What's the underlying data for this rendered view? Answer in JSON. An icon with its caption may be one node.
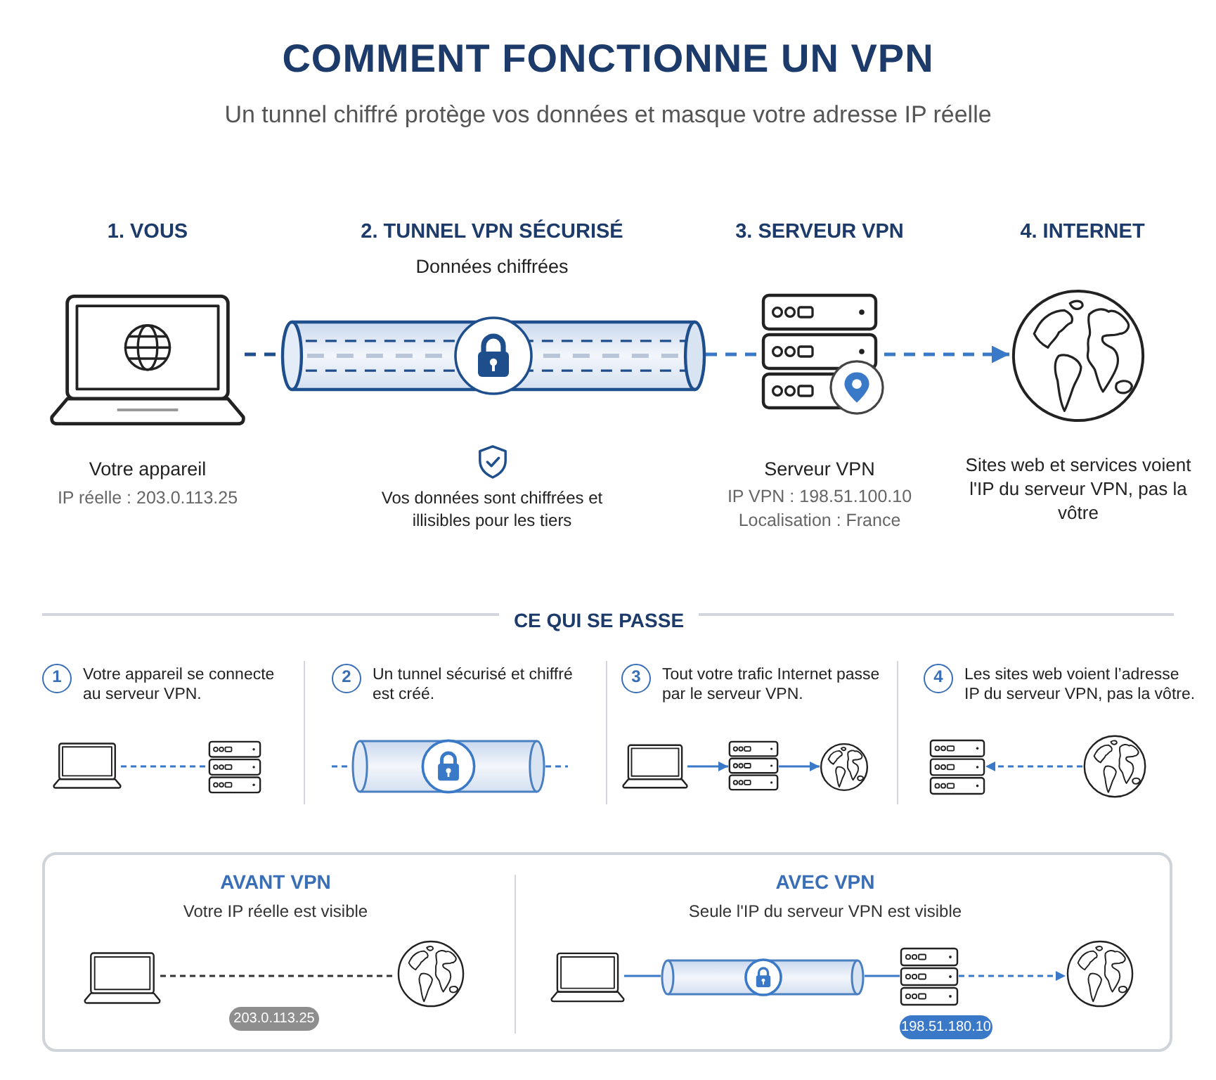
{
  "diagram": {
    "title": "COMMENT FONCTIONNE UN VPN",
    "nodes": [
      {
        "text": [],
        "shape": "picture",
        "beside": [
          "1. VOUS",
          "Votre appareil",
          "IP réelle : 203.0.113.25"
        ]
      },
      {
        "text": [],
        "shape": "cylinder",
        "beside": [
          "2. TUNNEL VPN SÉCURISÉ",
          "Données chiffrées"
        ]
      },
      {
        "text": [],
        "shape": "picture",
        "beside": [
          "3. SERVEUR VPN",
          "Serveur VPN",
          "IP VPN : 198.51.100.10",
          "Localisation : France"
        ]
      },
      {
        "text": [],
        "shape": "picture",
        "beside": [
          "4. INTERNET",
          "Sites web et services voient l'IP du serveur VPN, pas la vôtre"
        ]
      },
      {
        "text": [
          "1"
        ],
        "beside": [
          "Votre appareil se connecte au serveur VPN."
        ]
      },
      {
        "text": [],
        "shape": "picture"
      },
      {
        "text": [],
        "shape": "picture"
      },
      {
        "text": [
          "2"
        ],
        "beside": [
          "Un tunnel sécurisé et chiffré est créé."
        ]
      },
      {
        "text": [],
        "shape": "cylinder"
      },
      {
        "text": [
          "3"
        ],
        "beside": [
          "Tout votre trafic Internet passe par le serveur VPN."
        ]
      },
      {
        "text": [],
        "shape": "picture"
      },
      {
        "text": [],
        "shape": "picture"
      },
      {
        "text": [],
        "shape": "picture"
      },
      {
        "text": [
          "4"
        ],
        "beside": [
          "Les sites web voient l’adresse IP du serveur VPN, pas la vôtre."
        ]
      },
      {
        "text": [],
        "shape": "picture"
      },
      {
        "text": [],
        "shape": "picture"
      },
      {
        "text": [],
        "shape": "box"
      },
      {
        "text": [
          "AVANT VPN",
          "Votre IP réelle est visible"
        ],
        "in": 16
      },
      {
        "text": [],
        "shape": "picture",
        "in": 17
      },
      {
        "text": [],
        "shape": "picture",
        "in": 17
      },
      {
        "text": [
          "203.0.113.25"
        ],
        "in": 17
      },
      {
        "text": [
          "AVEC VPN",
          "Seule l'IP du serveur VPN est visible"
        ],
        "in": 16
      },
      {
        "text": [],
        "shape": "picture",
        "in": 21
      },
      {
        "text": [],
        "shape": "cylinder",
        "in": 21
      },
      {
        "text": [],
        "shape": "picture",
        "in": 21
      },
      {
        "text": [
          "198.51.180.10"
        ],
        "in": 21
      },
      {
        "text": [],
        "shape": "picture",
        "in": 21
      }
    ],
    "edges": [
      {
        "from": 0,
        "to": 1,
        "arrow": "none",
        "style": "dashed",
        "color": "#1f4e8c"
      },
      {
        "from": 1,
        "to": 2,
        "arrow": "none",
        "style": "dashed"
      },
      {
        "from": 2,
        "to": 3,
        "arrow": "to",
        "style": "dashed"
      },
      {
        "from": 5,
        "to": 6,
        "arrow": "none",
        "style": "dashed"
      },
      {
        "from": null,
        "to": 8,
        "arrow": "none",
        "style": "dashed"
      },
      {
        "from": 8,
        "to": null,
        "arrow": "none",
        "style": "dashed"
      },
      {
        "from": 10,
        "to": 11,
        "arrow": "to"
      },
      {
        "from": 11,
        "to": 12,
        "arrow": "to"
      },
      {
        "from": 15,
        "to": 14,
        "arrow": "to",
        "style": "dashed"
      },
      {
        "from": 18,
        "to": 19,
        "arrow": "none",
        "style": "dashed",
        "color": "#333333"
      },
      {
        "from": 22,
        "to": 23,
        "arrow": "none"
      },
      {
        "from": 23,
        "to": 24,
        "arrow": "none"
      },
      {
        "from": 24,
        "to": 26,
        "arrow": "to",
        "style": "dashed"
      }
    ],
    "labels": [
      "Un tunnel chiffré protège vos données et masque votre adresse IP réelle",
      "Vos données sont chiffrées et illisibles pour les tiers",
      "CE QUI SE PASSE"
    ]
  }
}
